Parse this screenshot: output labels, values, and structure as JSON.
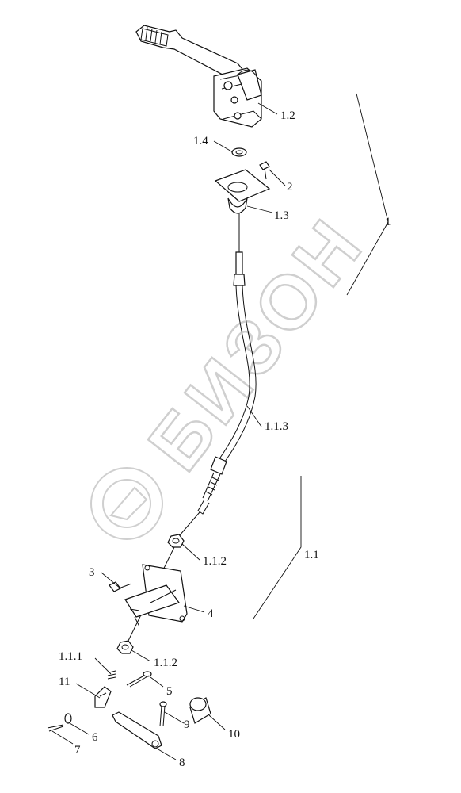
{
  "watermark": {
    "text": "БИЗОН",
    "color": "#cfcfcf"
  },
  "labels": {
    "l1": "1",
    "l1_1": "1.1",
    "l1_1_1": "1.1.1",
    "l1_1_2a": "1.1.2",
    "l1_1_2b": "1.1.2",
    "l1_1_3": "1.1.3",
    "l1_2": "1.2",
    "l1_3": "1.3",
    "l1_4": "1.4",
    "l2": "2",
    "l3": "3",
    "l4": "4",
    "l5": "5",
    "l6": "6",
    "l7": "7",
    "l8": "8",
    "l9": "9",
    "l10": "10",
    "l11": "11"
  }
}
